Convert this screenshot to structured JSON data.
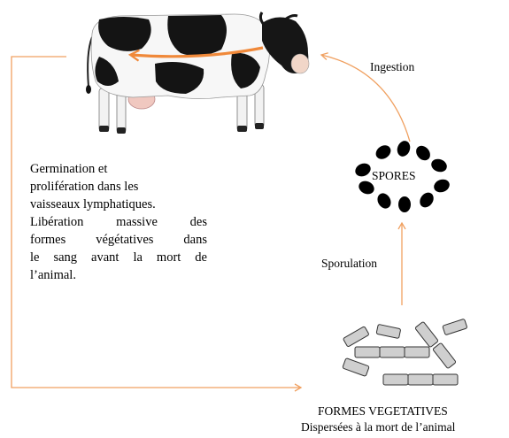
{
  "labels": {
    "ingestion": "Ingestion",
    "spores": "SPORES",
    "sporulation": "Sporulation",
    "vegetative_title": "FORMES VEGETATIVES",
    "vegetative_sub": "Dispersées à la mort de l’animal"
  },
  "description": {
    "lines": [
      "Germination et",
      "prolifération dans les",
      "vaisseaux lymphatiques.",
      "Libération massive des",
      "formes végétatives dans",
      "le sang avant la mort de",
      "l’animal."
    ]
  },
  "colors": {
    "arrow": "#f0a060",
    "arrow_strong": "#f0893a",
    "rod_fill": "#cfcfcf",
    "rod_stroke": "#333333",
    "spore": "#000000"
  }
}
